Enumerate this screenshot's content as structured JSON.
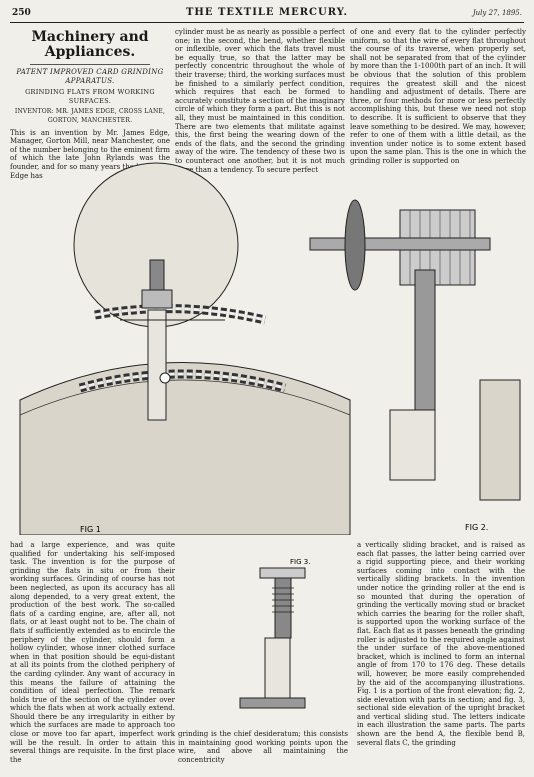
{
  "header": {
    "page_number": "250",
    "journal_title": "THE TEXTILE MERCURY.",
    "date": "July 27, 1895."
  },
  "section": {
    "title_line1": "Machinery and",
    "title_line2": "Appliances."
  },
  "article": {
    "heading": "PATENT IMPROVED CARD GRINDING APPARATUS.",
    "subheading": "GRINDING FLATS FROM WORKING SURFACES.",
    "inventor": "INVENTOR: MR. JAMES EDGE, CROSS LANE, GORTON, MANCHESTER.",
    "col1": "This is an invention by Mr. James Edge, Manager, Gorton Mill, near Manchester, one of the number belonging to the eminent firm of which the late John Rylands was the founder, and for so many years the head. Mr. Edge has",
    "col2": "cylinder must be as nearly as possible a perfect one; in the second, the bend, whether flexible or inflexible, over which the flats travel must be equally true, so that the latter may be perfectly concentric throughout the whole of their traverse; third, the working surfaces must be finished to a similarly perfect condition, which requires that each be formed to accurately constitute a section of the imaginary circle of which they form a part. But this is not all, they must be maintained in this condition. There are two elements that militate against this, the first being the wearing down of the ends of the flats, and the second the grinding away of the wire. The tendency of these two is to counteract one another, but it is not much more than a tendency. To secure perfect",
    "col3": "of one and every flat to the cylinder perfectly uniform, so that the wire of every flat throughout the course of its traverse, when properly set, shall not be separated from that of the cylinder by more than the 1-1000th part of an inch. It will be obvious that the solution of this problem requires the greatest skill and the nicest handling and adjustment of details. There are three, or four methods for more or less perfectly accomplishing this, but these we need not stop to describe. It is sufficient to observe that they leave something to be desired. We may, however, refer to one of them with a little detail, as the invention under notice is to some extent based upon the same plan. This is the one in which the grinding roller is supported on",
    "bottom1": "had a large experience, and was quite qualified for undertaking his self-imposed task. The invention is for the purpose of grinding the flats in situ or from their working surfaces. Grinding of course has not been neglected, as upon its accuracy has all along depended, to a very great extent, the production of the best work. The so-called flats of a carding engine, are, after all, not flats, or at least ought not to be. The chain of flats if sufficiently extended as to encircle the periphery of the cylinder, should form a hollow cylinder, whose inner clothed surface when in that position should be equi-distant at all its points from the clothed periphery of the carding cylinder. Any want of accuracy in this means the failure of attaining the condition of ideal perfection. The remark holds true of the section of the cylinder over which the flats when at work actually extend. Should there be any irregularity in either by which the surfaces are made to approach too close or move too far apart, imperfect work will be the result. In order to attain this several things are requisite. In the first place the",
    "bottom2": "grinding is the chief desideratum; this consists in maintaining good working points upon the wire, and above all maintaining the concentricity",
    "bottom3": "a vertically sliding bracket, and is raised as each flat passes, the latter being carried over a rigid supporting piece, and their working surfaces coming into contact with the vertically sliding brackets. In the invention under notice the grinding roller at the end is so mounted that during the operation of grinding the vertically moving stud or bracket which carries the bearing for the roller shaft, is supported upon the working surface of the flat. Each flat as it passes beneath the grinding roller is adjusted to the required angle against the under surface of the above-mentioned bracket, which is inclined to form an internal angle of from 170 to 176 deg. These details will, however, be more easily comprehended by the aid of the accompanying illustrations. Fig. 1 is a portion of the front elevation; fig. 2, side elevation with parts in section; and fig. 3, sectional side elevation of the upright bracket and vertical sliding stud. The letters indicate in each illustration the same parts. The parts shown are the bend A, the flexible bend B, several flats C, the grinding"
  },
  "figures": {
    "fig1": "FIG 1",
    "fig2": "FIG 2.",
    "fig3": "FIG 3."
  },
  "colors": {
    "paper": "#f1efe9",
    "ink": "#1a1a1a"
  }
}
